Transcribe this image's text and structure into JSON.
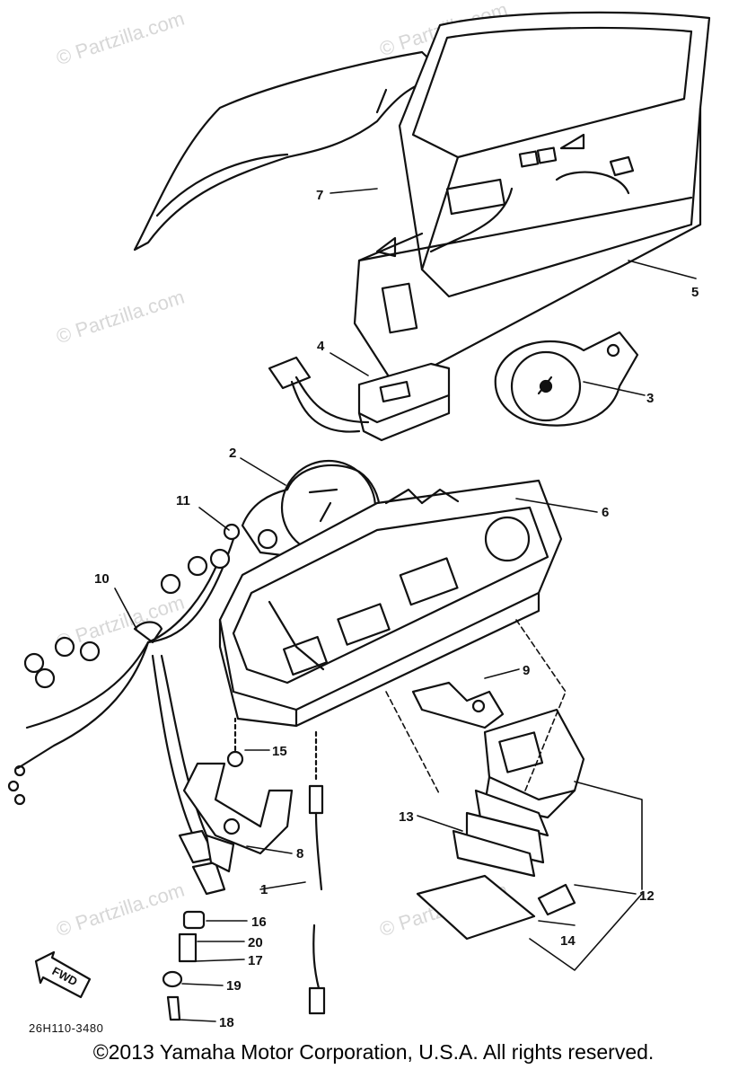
{
  "watermark": "© Partzilla.com",
  "callouts": {
    "c1": "1",
    "c2": "2",
    "c3": "3",
    "c4": "4",
    "c5": "5",
    "c6": "6",
    "c7": "7",
    "c8": "8",
    "c9": "9",
    "c10": "10",
    "c11": "11",
    "c12": "12",
    "c13": "13",
    "c14": "14",
    "c15": "15",
    "c16": "16",
    "c17": "17",
    "c18": "18",
    "c19": "19",
    "c20": "20"
  },
  "fwd_label": "FWD",
  "diagram_code": "26H110-3480",
  "copyright": "©2013  Yamaha Motor Corporation, U.S.A. All rights reserved."
}
